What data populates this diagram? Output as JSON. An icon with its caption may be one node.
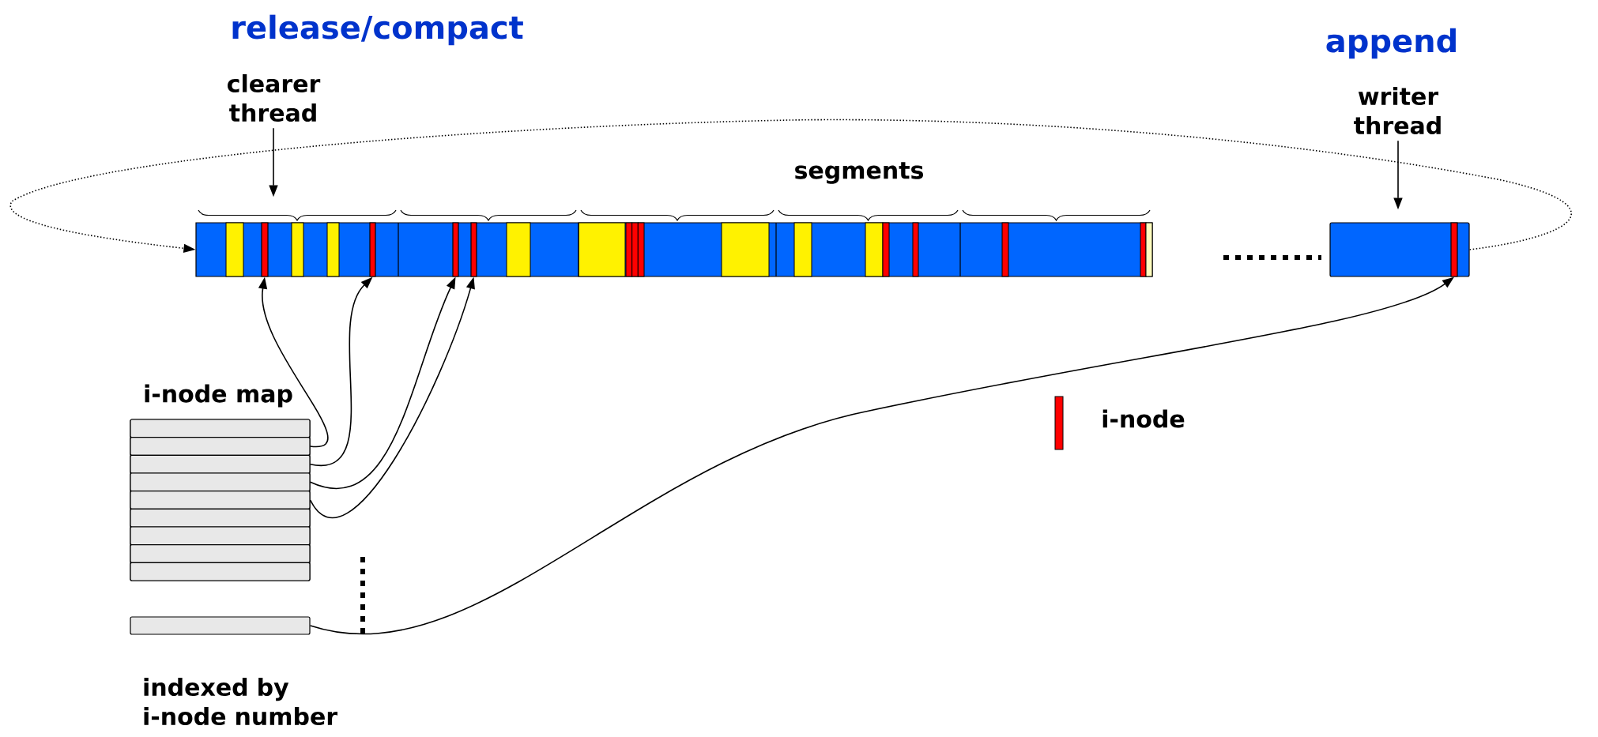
{
  "diagram": {
    "nodes": [
      {
        "text": [
          "clearer thread"
        ]
      },
      {
        "text": [
          "writer thread"
        ]
      },
      {
        "text": [],
        "shape": "bar"
      },
      {
        "text": [],
        "shape": "box"
      },
      {
        "text": [],
        "shape": "bar",
        "in": 2
      },
      {
        "text": [],
        "shape": "bar",
        "in": 2
      },
      {
        "text": [],
        "shape": "bar",
        "in": 2
      },
      {
        "text": [],
        "shape": "bar",
        "in": 2
      },
      {
        "text": [],
        "shape": "bar",
        "in": 3
      },
      {
        "text": [
          "i-node map"
        ]
      },
      {
        "text": [],
        "shape": "box",
        "in": 9
      },
      {
        "text": [],
        "shape": "box",
        "in": 9
      },
      {
        "text": [],
        "shape": "box",
        "in": 9
      },
      {
        "text": [],
        "shape": "box",
        "in": 9
      },
      {
        "text": [],
        "shape": "box",
        "in": 9
      },
      {
        "text": [],
        "shape": "box",
        "in": 9
      },
      {
        "text": [],
        "shape": "box",
        "in": 9
      },
      {
        "text": [],
        "shape": "box",
        "in": 9
      },
      {
        "text": [],
        "shape": "box",
        "in": 9
      },
      {
        "text": [],
        "shape": "box"
      }
    ],
    "edges": [
      {
        "from": 0,
        "to": 2,
        "arrow": "to"
      },
      {
        "from": 1,
        "to": 3,
        "arrow": "to"
      },
      {
        "from": 3,
        "to": 2,
        "arrow": "to",
        "style": "dashed"
      },
      {
        "from": 11,
        "to": 4,
        "arrow": "to"
      },
      {
        "from": 12,
        "to": 5,
        "arrow": "to"
      },
      {
        "from": 13,
        "to": 6,
        "arrow": "to"
      },
      {
        "from": 14,
        "to": 7,
        "arrow": "to"
      },
      {
        "from": 19,
        "to": 8,
        "arrow": "to"
      }
    ],
    "labels": [
      "release/compact",
      "append",
      "segments",
      "indexed by i-node number"
    ],
    "legend": [
      {
        "text": "i-node",
        "color": "#ff0000"
      }
    ]
  }
}
